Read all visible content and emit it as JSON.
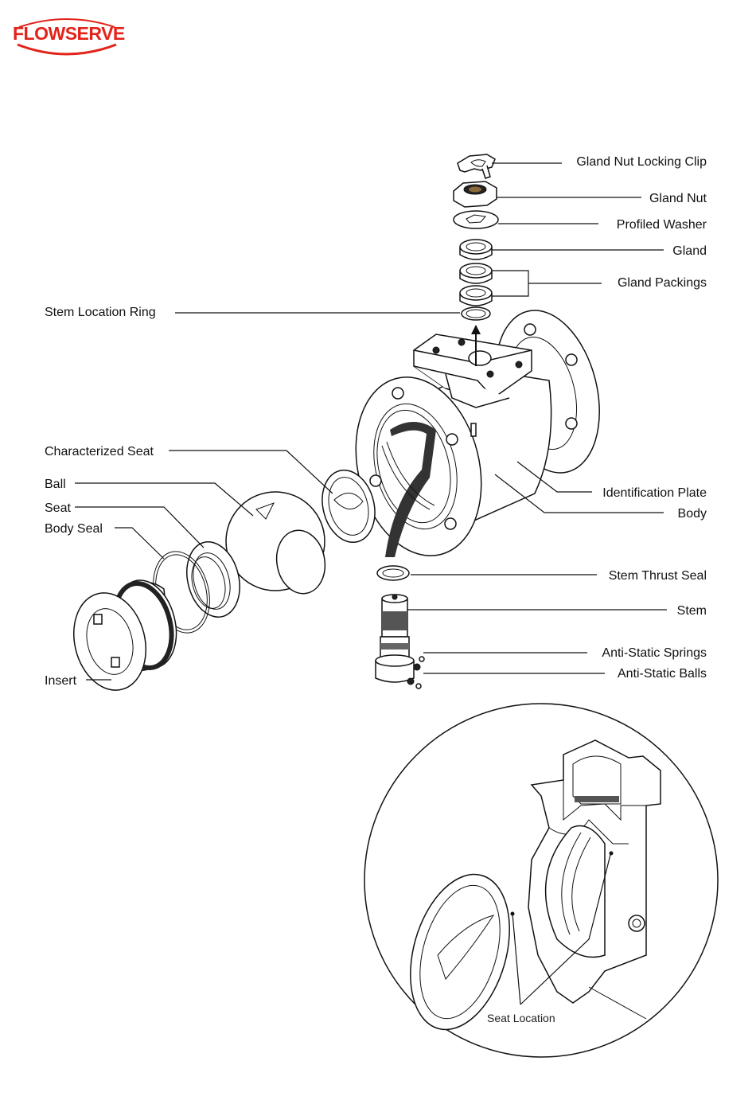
{
  "brand": {
    "logo_text": "FLOWSERVE",
    "accent_color": "#e2231a"
  },
  "labels": {
    "gland_nut_locking_clip": "Gland Nut Locking Clip",
    "gland_nut": "Gland Nut",
    "profiled_washer": "Profiled Washer",
    "gland": "Gland",
    "gland_packings": "Gland Packings",
    "stem_location_ring": "Stem Location Ring",
    "characterized_seat": "Characterized Seat",
    "ball": "Ball",
    "seat": "Seat",
    "body_seal": "Body Seal",
    "identification_plate": "Identification Plate",
    "body": "Body",
    "stem_thrust_seal": "Stem Thrust Seal",
    "stem": "Stem",
    "anti_static_springs": "Anti-Static Springs",
    "anti_static_balls": "Anti-Static Balls",
    "insert": "Insert",
    "seat_location": "Seat Location"
  }
}
